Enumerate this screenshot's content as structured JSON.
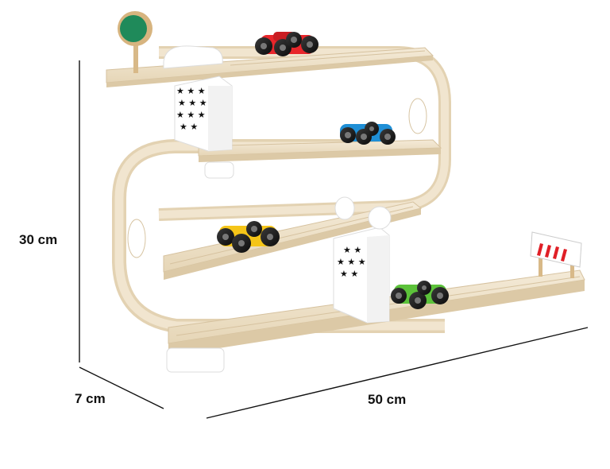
{
  "dimensions": {
    "height": "30 cm",
    "depth": "7 cm",
    "width": "50 cm"
  },
  "colors": {
    "wood": "#efe3cc",
    "wood_edge": "#d9c7a6",
    "white_block": "#ffffff",
    "car_red": "#e8262b",
    "car_blue": "#1f8fd6",
    "car_yellow": "#f5c518",
    "car_green": "#5cc23a",
    "tree_green": "#1f8a5a",
    "barrier_red": "#e01f26"
  },
  "icons": [
    "tree-sign-icon",
    "star-icon",
    "barrier-icon"
  ]
}
